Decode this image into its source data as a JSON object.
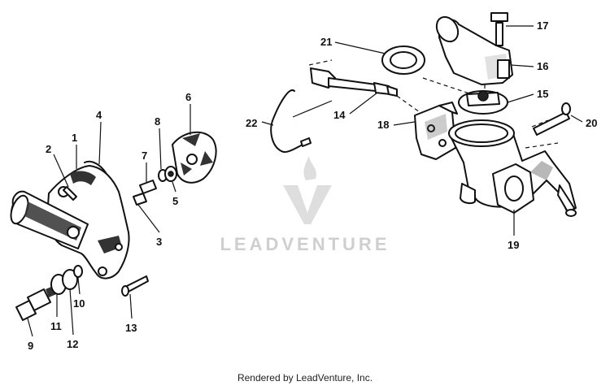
{
  "parts": [
    {
      "id": "1"
    },
    {
      "id": "2"
    },
    {
      "id": "3"
    },
    {
      "id": "4"
    },
    {
      "id": "5"
    },
    {
      "id": "6"
    },
    {
      "id": "7"
    },
    {
      "id": "8"
    },
    {
      "id": "9"
    },
    {
      "id": "10"
    },
    {
      "id": "11"
    },
    {
      "id": "12"
    },
    {
      "id": "13"
    },
    {
      "id": "14"
    },
    {
      "id": "15"
    },
    {
      "id": "16"
    },
    {
      "id": "17"
    },
    {
      "id": "18"
    },
    {
      "id": "19"
    },
    {
      "id": "20"
    },
    {
      "id": "21"
    },
    {
      "id": "22"
    }
  ],
  "watermark": {
    "text": "LEADVENTURE"
  },
  "footer": {
    "text": "Rendered by LeadVenture, Inc."
  }
}
